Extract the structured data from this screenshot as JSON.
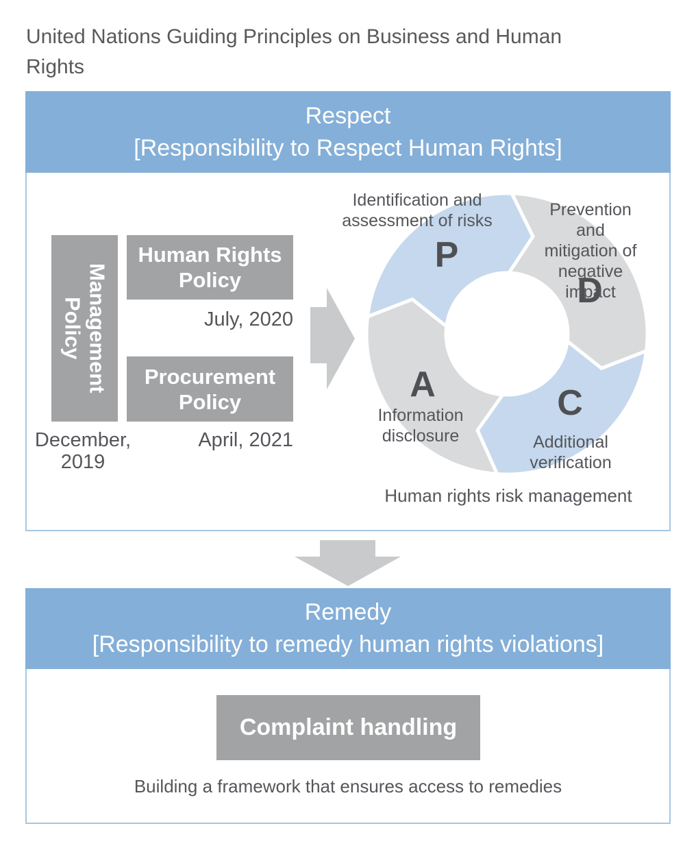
{
  "page_title": "United Nations Guiding Principles on Business and Human Rights",
  "colors": {
    "header_bg": "#84AFD8",
    "panel_border": "#A6C6E2",
    "box_gray": "#A2A3A4",
    "arrow_gray": "#C9CACB",
    "pdca_blue": "#C5D8ED",
    "pdca_gray": "#D9DADB",
    "text_dark": "#55565A",
    "text_white": "#FFFFFF"
  },
  "respect": {
    "header_line1": "Respect",
    "header_line2": "[Responsibility to Respect Human Rights]",
    "policies": {
      "management": {
        "label": "Management\nPolicy",
        "date": "December,\n2019"
      },
      "human_rights": {
        "label": "Human Rights\nPolicy",
        "date": "July, 2020"
      },
      "procurement": {
        "label": "Procurement\nPolicy",
        "date": "April, 2021"
      }
    },
    "pdca": {
      "segments": [
        {
          "letter": "P",
          "label": "Identification and\nassessment of risks",
          "color": "#C5D8ED"
        },
        {
          "letter": "D",
          "label": "Prevention and\nmitigation of\nnegative impact",
          "color": "#D9DADB"
        },
        {
          "letter": "C",
          "label": "Additional\nverification",
          "color": "#C5D8ED"
        },
        {
          "letter": "A",
          "label": "Information\ndisclosure",
          "color": "#D9DADB"
        }
      ],
      "caption": "Human rights risk management"
    }
  },
  "remedy": {
    "header_line1": "Remedy",
    "header_line2": "[Responsibility to remedy human rights violations]",
    "box_label": "Complaint handling",
    "caption": "Building a framework that ensures access to remedies"
  }
}
